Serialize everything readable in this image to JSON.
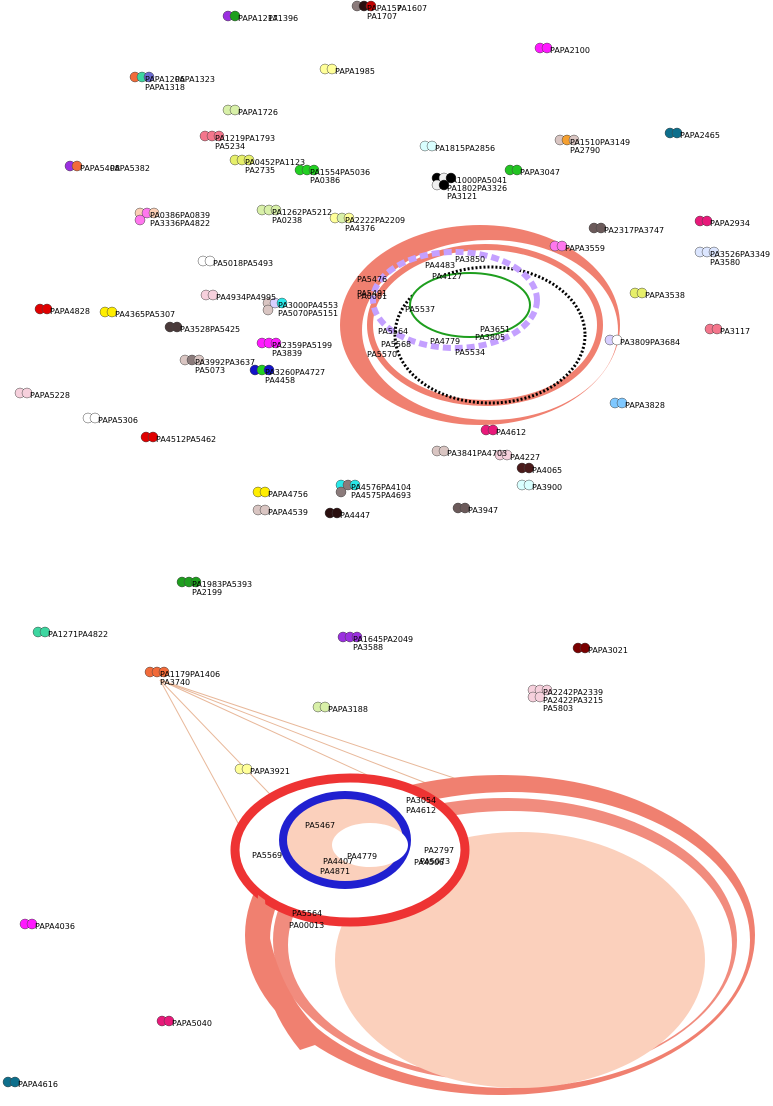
{
  "graph": {
    "edge_color": "#e8b89a",
    "node_stroke": "#444444",
    "clusters": [
      {
        "id": "c1",
        "labels": [
          "PAPA1217",
          "PA1396"
        ],
        "colors": [
          "#9b30e0",
          "#1e9e1e"
        ]
      },
      {
        "id": "c2",
        "labels": [
          "PAPA157",
          "PA1607",
          "PA1707"
        ],
        "colors": [
          "#8b7b7b",
          "#2a0f0f",
          "#c00000"
        ]
      },
      {
        "id": "c3",
        "labels": [
          "PAPA2100"
        ],
        "colors": [
          "#ff19ff"
        ]
      },
      {
        "id": "c4",
        "labels": [
          "PAPA1985"
        ],
        "colors": [
          "#ffff99"
        ]
      },
      {
        "id": "c5",
        "labels": [
          "PAPA1206",
          "PAPA1323",
          "PAPA1318"
        ],
        "colors": [
          "#f26b3a",
          "#3dd6a0",
          "#6a6ad0"
        ]
      },
      {
        "id": "c6",
        "labels": [
          "PAPA1726"
        ],
        "colors": [
          "#d8f0a8"
        ]
      },
      {
        "id": "c7",
        "labels": [
          "PA1219",
          "PA1793",
          "PA5234"
        ],
        "colors": [
          "#f4768c"
        ]
      },
      {
        "id": "c8",
        "labels": [
          "PA1815",
          "PA2856"
        ],
        "colors": [
          "#d9ffff"
        ]
      },
      {
        "id": "c9",
        "labels": [
          "PA1510",
          "PA3149",
          "PA2790"
        ],
        "colors": [
          "#d9c5c2",
          "#f5a030"
        ]
      },
      {
        "id": "c10",
        "labels": [
          "PAPA2465"
        ],
        "colors": [
          "#0e6f8c"
        ]
      },
      {
        "id": "c11",
        "labels": [
          "PA0452",
          "PA1123",
          "PA2735"
        ],
        "colors": [
          "#e6ef6a"
        ]
      },
      {
        "id": "c12",
        "labels": [
          "PA1554",
          "PA5036",
          "PA0386"
        ],
        "colors": [
          "#22d022"
        ]
      },
      {
        "id": "c13",
        "labels": [
          "PAPA5408",
          "PAPA5382"
        ],
        "colors": [
          "#9b30e0",
          "#f26b3a"
        ]
      },
      {
        "id": "c14",
        "labels": [
          "PA1000",
          "PA5041",
          "PA1802",
          "PA3326",
          "PA3121"
        ],
        "colors": [
          "#000000",
          "#f0f0f0"
        ]
      },
      {
        "id": "c15",
        "labels": [
          "PAPA3047"
        ],
        "colors": [
          "#22c422"
        ]
      },
      {
        "id": "c16",
        "labels": [
          "PA0386",
          "PA0839",
          "PA3336",
          "PA4822"
        ],
        "colors": [
          "#fbcfb5",
          "#ff77ee"
        ]
      },
      {
        "id": "c17",
        "labels": [
          "PA1262",
          "PA5212",
          "PA0238"
        ],
        "colors": [
          "#d8f0a8"
        ]
      },
      {
        "id": "c18",
        "labels": [
          "PA2222",
          "PA2209",
          "PA4376"
        ],
        "colors": [
          "#ffff99",
          "#d8f0a8"
        ]
      },
      {
        "id": "c19",
        "labels": [
          "PA2317",
          "PA3747"
        ],
        "colors": [
          "#6b5a5a"
        ]
      },
      {
        "id": "c20",
        "labels": [
          "PAPA2934"
        ],
        "colors": [
          "#e8197a"
        ]
      },
      {
        "id": "c21",
        "labels": [
          "PA3526",
          "PA3349",
          "PA3580"
        ],
        "colors": [
          "#dce6ff"
        ]
      },
      {
        "id": "c22",
        "labels": [
          "PAPA3559"
        ],
        "colors": [
          "#ff77ee"
        ]
      },
      {
        "id": "c23",
        "labels": [
          "PA5018",
          "PA5493"
        ],
        "colors": [
          "#ffffff"
        ]
      },
      {
        "id": "c24",
        "labels": [
          "PAPA3538"
        ],
        "colors": [
          "#e6ef6a"
        ]
      },
      {
        "id": "c25",
        "labels": [
          "PAPA4828"
        ],
        "colors": [
          "#e00000"
        ]
      },
      {
        "id": "c26",
        "labels": [
          "PA4365",
          "PA5307"
        ],
        "colors": [
          "#ffee00"
        ]
      },
      {
        "id": "c27",
        "labels": [
          "PA4934",
          "PA4995"
        ],
        "colors": [
          "#f6d0dc"
        ]
      },
      {
        "id": "c28",
        "labels": [
          "PA3000",
          "PA4553",
          "PA5070",
          "PA5151"
        ],
        "colors": [
          "#d9c5c2",
          "#d8d0ff",
          "#29e8e8"
        ]
      },
      {
        "id": "c29",
        "labels": [
          "PA3528",
          "PA5425"
        ],
        "colors": [
          "#4a3a3a"
        ]
      },
      {
        "id": "c30",
        "labels": [
          "PA3117"
        ],
        "colors": [
          "#f4768c"
        ]
      },
      {
        "id": "c31",
        "labels": [
          "PA3809",
          "PA3684"
        ],
        "colors": [
          "#d8d0ff",
          "#ffffff"
        ]
      },
      {
        "id": "c32",
        "labels": [
          "PA2359",
          "PA5199",
          "PA3839"
        ],
        "colors": [
          "#ff19ff"
        ]
      },
      {
        "id": "c33",
        "labels": [
          "PA3992",
          "PA3637",
          "PA5073"
        ],
        "colors": [
          "#d9c5c2",
          "#8b7b7b"
        ]
      },
      {
        "id": "c34",
        "labels": [
          "PA3260",
          "PA4727",
          "PA4458"
        ],
        "colors": [
          "#1414c8",
          "#22d022"
        ]
      },
      {
        "id": "c35",
        "labels": [
          "PAPA5228"
        ],
        "colors": [
          "#f6d0dc"
        ]
      },
      {
        "id": "c36",
        "labels": [
          "PAPA5306"
        ],
        "colors": [
          "#ffffff"
        ]
      },
      {
        "id": "c37",
        "labels": [
          "PA4512",
          "PA5462"
        ],
        "colors": [
          "#e00000"
        ]
      },
      {
        "id": "c38",
        "labels": [
          "PAPA3828"
        ],
        "colors": [
          "#7fc8ff"
        ]
      },
      {
        "id": "c39",
        "labels": [
          "PA4612"
        ],
        "colors": [
          "#e8197a"
        ]
      },
      {
        "id": "c40",
        "labels": [
          "PA3841",
          "PA4703"
        ],
        "colors": [
          "#d9c5c2"
        ]
      },
      {
        "id": "c41",
        "labels": [
          "PA4227"
        ],
        "colors": [
          "#f6d0dc"
        ]
      },
      {
        "id": "c42",
        "labels": [
          "PA4065"
        ],
        "colors": [
          "#4a1a1a"
        ]
      },
      {
        "id": "c43",
        "labels": [
          "PA3900"
        ],
        "colors": [
          "#d9ffff"
        ]
      },
      {
        "id": "c44",
        "labels": [
          "PA4576",
          "PA4104",
          "PA4575",
          "PA4693"
        ],
        "colors": [
          "#29e8e8",
          "#8b7b7b"
        ]
      },
      {
        "id": "c45",
        "labels": [
          "PA4447"
        ],
        "colors": [
          "#2a0f0f"
        ]
      },
      {
        "id": "c46",
        "labels": [
          "PA3947"
        ],
        "colors": [
          "#6b5a5a"
        ]
      },
      {
        "id": "c47",
        "labels": [
          "PAPA4756"
        ],
        "colors": [
          "#ffee00"
        ]
      },
      {
        "id": "c48",
        "labels": [
          "PAPA4539"
        ],
        "colors": [
          "#d9c5c2"
        ]
      },
      {
        "id": "c49",
        "labels": [
          "PA1983",
          "PA5393",
          "PA2199"
        ],
        "colors": [
          "#1e9e1e"
        ]
      },
      {
        "id": "c50",
        "labels": [
          "PA1271",
          "PA4822"
        ],
        "colors": [
          "#3dd6a0"
        ]
      },
      {
        "id": "c51",
        "labels": [
          "PA1645",
          "PA2049",
          "PA3588"
        ],
        "colors": [
          "#9b30e0"
        ]
      },
      {
        "id": "c52",
        "labels": [
          "PAPA3021"
        ],
        "colors": [
          "#7a0000"
        ]
      },
      {
        "id": "c53",
        "labels": [
          "PA1179",
          "PA1406",
          "PA3740"
        ],
        "colors": [
          "#f26b3a"
        ]
      },
      {
        "id": "c54",
        "labels": [
          "PA2242",
          "PA2339",
          "PA2422",
          "PA3215",
          "PA5803"
        ],
        "colors": [
          "#f6d0dc"
        ]
      },
      {
        "id": "c55",
        "labels": [
          "PAPA3188"
        ],
        "colors": [
          "#d8f0a8"
        ]
      },
      {
        "id": "c56",
        "labels": [
          "PAPA3921"
        ],
        "colors": [
          "#ffff99"
        ]
      },
      {
        "id": "c57",
        "labels": [
          "PAPA4036"
        ],
        "colors": [
          "#ff19ff"
        ]
      },
      {
        "id": "c58",
        "labels": [
          "PAPA5040"
        ],
        "colors": [
          "#e8197a"
        ]
      },
      {
        "id": "c59",
        "labels": [
          "PAPA4616"
        ],
        "colors": [
          "#0e6f8c"
        ]
      }
    ],
    "upper_spiral_labels": [
      "PA5476",
      "PA0001",
      "PA5537",
      "PA5564",
      "PA5568",
      "PA5570",
      "PA3850",
      "PA3651",
      "PA3805",
      "PA4779",
      "PA5534",
      "PA4127",
      "PA4483",
      "PA5491"
    ],
    "lower_spiral_labels": [
      "PA3054",
      "PA4612",
      "PA5467",
      "PA5569",
      "PA4779",
      "PA4871",
      "PA4407",
      "PA4506",
      "PA2797",
      "PA5073",
      "PA5564",
      "PA00013"
    ]
  }
}
